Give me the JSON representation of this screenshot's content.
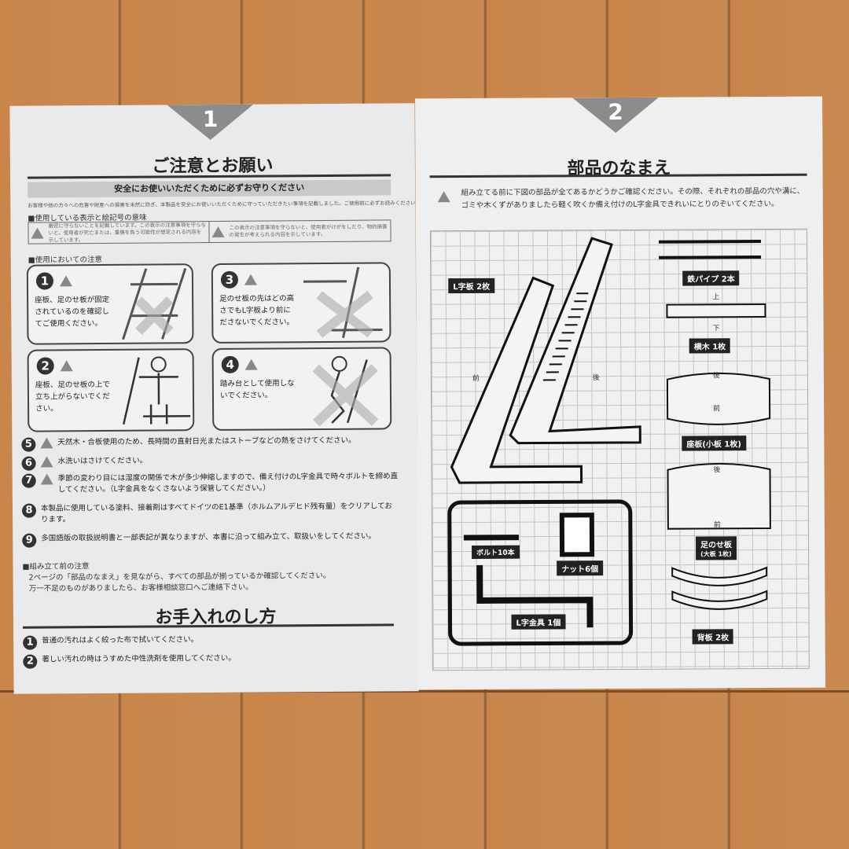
{
  "left_page": {
    "page_number": "1",
    "title": "ご注意とお願い",
    "band": "安全にお使いいただくために必ずお守りください",
    "intro": "お客様や他の方々への危害や財産への損害を未然に防ぎ、本製品を安全にお使いいただくために守っていただきたい事項を記載しました。ご使用前に必ずお読みください。",
    "symbols_heading": "■使用している表示と絵記号の意味",
    "symbol_warning": "厳密に守らないことを記載しています。この表示の注意事項を守らないと、使用者が死亡または、重傷を負う可能性が想定される内容を示しています。",
    "symbol_caution": "この表示の注意事項を守らないと、使用者がけがをしたり、物的損害の発生が考えられる内容を示しています。",
    "usage_heading": "■使用においての注意",
    "cautions": [
      {
        "num": "1",
        "text": "座板、足のせ板が固定されているのを確認してご使用ください。"
      },
      {
        "num": "2",
        "text": "座板、足のせ板の上で立ち上がらないでください。"
      },
      {
        "num": "3",
        "text": "足のせ板の先はどの高さでもL字板より前にださないでください。"
      },
      {
        "num": "4",
        "text": "踏み台として使用しないでください。"
      }
    ],
    "items": [
      {
        "num": "5",
        "text": "天然木・合板使用のため、長時間の直射日光またはストーブなどの熱をさけてください。"
      },
      {
        "num": "6",
        "text": "水洗いはさけてください。"
      },
      {
        "num": "7",
        "text": "季節の変わり目には湿度の関係で木が多少伸縮しますので、備え付けのL字金具で時々ボルトを締め直してください。（L字金具をなくさないよう保管してください。）"
      },
      {
        "num": "8",
        "text": "本製品に使用している塗料、接着剤はすべてドイツのE1基準（ホルムアルデヒド残有量）をクリアしております。"
      },
      {
        "num": "9",
        "text": "多国語版の取扱説明書と一部表記が異なりますが、本書に沿って組み立て、取扱いをしてください。"
      }
    ],
    "pre_heading": "■組み立て前の注意",
    "pre_lines": [
      "2ページの「部品のなまえ」を見ながら、すべての部品が揃っているか確認してください。",
      "万一不足のものがありましたら、お客様相談窓口へご連絡下さい。"
    ],
    "care_title": "お手入れのし方",
    "care": [
      {
        "num": "1",
        "text": "普通の汚れはよく絞った布で拭いてください。"
      },
      {
        "num": "2",
        "text": "著しい汚れの時はうすめた中性洗剤を使用してください。"
      }
    ]
  },
  "right_page": {
    "page_number": "2",
    "title": "部品のなまえ",
    "notice": [
      "組み立てる前に下図の部品が全てあるかどうかご確認ください。その際、それぞれの部品の穴や溝に、",
      "ゴミや木くずがありましたら軽く吹くか備え付けのL字金具できれいにとりのぞいてください。"
    ],
    "parts": {
      "l_board": "L字板 2枚",
      "front": "前",
      "back": "後",
      "pipe": "鉄パイプ 2本",
      "top": "上",
      "bottom": "下",
      "crossbar": "横木 1枚",
      "seat": "座板(小板 1枚)",
      "footrest": "足のせ板",
      "footrest_sub": "(大板 1枚)",
      "backrest": "背板 2枚",
      "bolt": "ボルト10本",
      "nut": "ナット6個",
      "wrench": "L字金具 1個"
    }
  }
}
